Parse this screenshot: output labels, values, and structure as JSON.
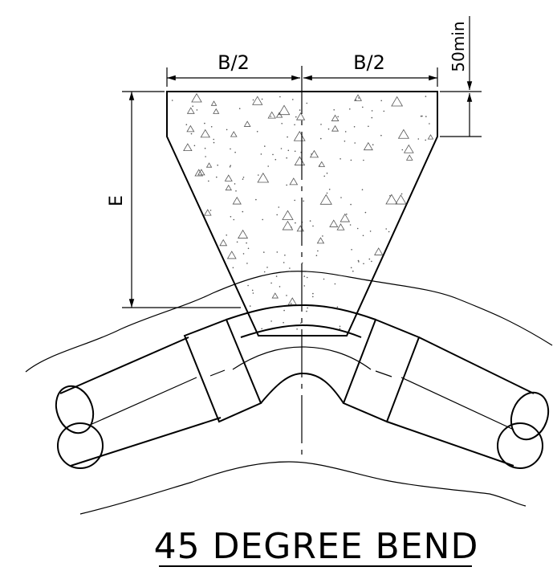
{
  "labels": {
    "half_b_left": "B/2",
    "half_b_right": "B/2",
    "min_cover": "50min",
    "depth": "E"
  },
  "title": "45 DEGREE BEND"
}
